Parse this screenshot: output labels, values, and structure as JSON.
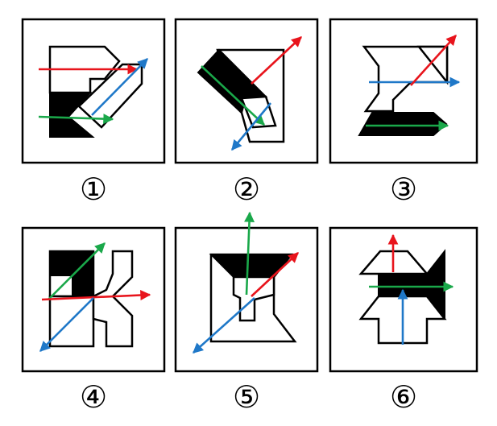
{
  "panels": [
    {
      "label": "①"
    },
    {
      "label": "②"
    },
    {
      "label": "③"
    },
    {
      "label": "④"
    },
    {
      "label": "⑤"
    },
    {
      "label": "⑥"
    }
  ],
  "colors": {
    "red": "#e8141c",
    "blue": "#1f78c8",
    "green": "#1aa84a",
    "shape_fill": "#000000",
    "frame": "#000000"
  }
}
